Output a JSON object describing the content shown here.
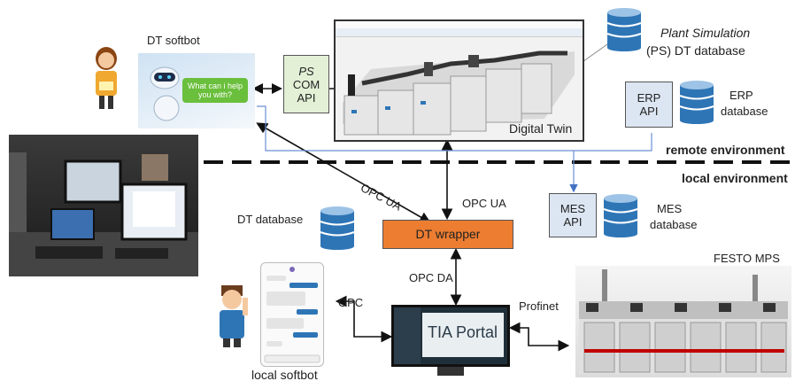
{
  "softbot": {
    "title": "DT softbot",
    "bubble": "What can i help you with?"
  },
  "ps_api": {
    "line1": "PS",
    "line2": "COM",
    "line3": "API"
  },
  "digital_twin": {
    "label": "Digital Twin"
  },
  "ps_database": {
    "line1": "Plant Simulation",
    "line2": "(PS) DT database"
  },
  "erp": {
    "api_line1": "ERP",
    "api_line2": "API",
    "db_line1": "ERP",
    "db_line2": "database"
  },
  "environments": {
    "remote": "remote environment",
    "local": "local environment"
  },
  "mes": {
    "api_line1": "MES",
    "api_line2": "API",
    "db_line1": "MES",
    "db_line2": "database"
  },
  "links": {
    "opc_ua_left": "OPC UA",
    "opc_ua_right": "OPC UA",
    "opc_da": "OPC DA",
    "opc": "OPC",
    "profinet": "Profinet"
  },
  "dt_database": {
    "label": "DT database"
  },
  "dt_wrapper": {
    "label": "DT wrapper"
  },
  "festo": {
    "label": "FESTO MPS"
  },
  "tia": {
    "title": "TIA Portal"
  },
  "local_softbot": {
    "label": "local softbot"
  },
  "colors": {
    "api_green": "#e3f0d6",
    "api_blue": "#dce6f2",
    "wrapper_orange": "#ed7d31",
    "db_blue": "#2e75b6"
  }
}
